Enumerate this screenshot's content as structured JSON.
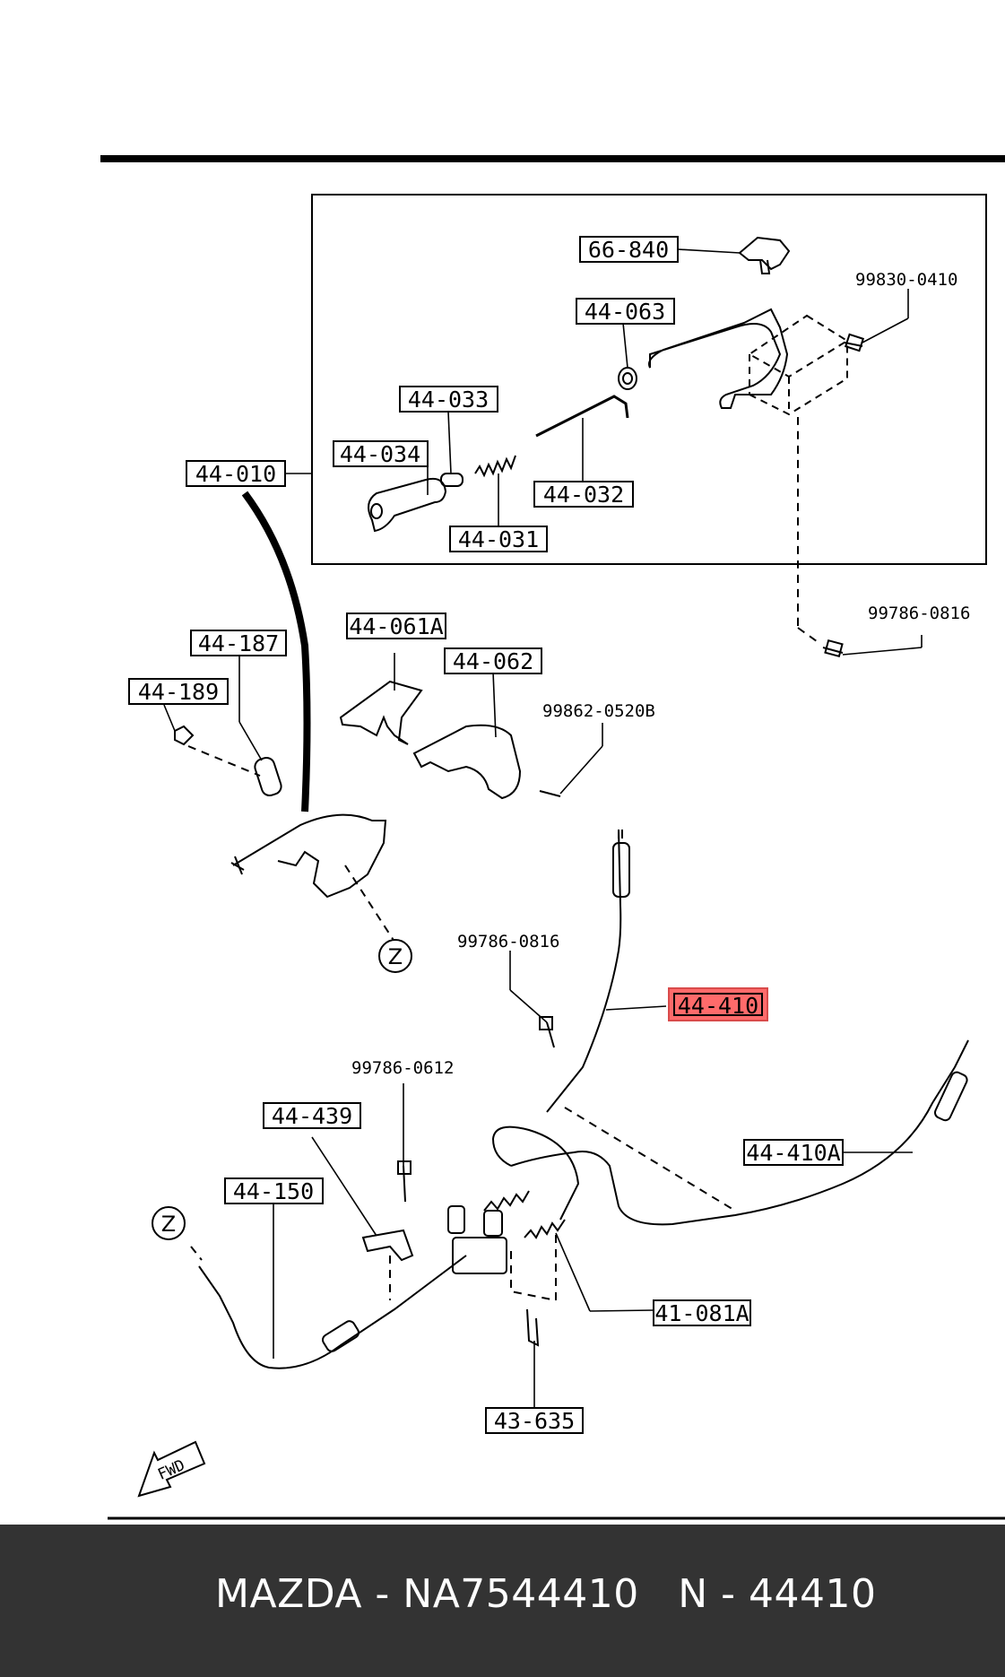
{
  "footer": {
    "brand": "MAZDA",
    "sep1": " - ",
    "part_number": "NA7544410",
    "gap": "   ",
    "prefix": "N",
    "sep2": " - ",
    "code": "44410"
  },
  "labels": {
    "l_66_840": "66-840",
    "l_44_063": "44-063",
    "l_44_033": "44-033",
    "l_44_034": "44-034",
    "l_44_010": "44-010",
    "l_44_032": "44-032",
    "l_44_031": "44-031",
    "l_44_061a": "44-061A",
    "l_44_062": "44-062",
    "l_44_187": "44-187",
    "l_44_189": "44-189",
    "l_44_410": "44-410",
    "l_44_439": "44-439",
    "l_44_410a": "44-410A",
    "l_44_150": "44-150",
    "l_41_081a": "41-081A",
    "l_43_635": "43-635"
  },
  "plain_labels": {
    "p_99830_0410": "99830-0410",
    "p_99786_0816_top": "99786-0816",
    "p_99862_0520b": "99862-0520B",
    "p_99786_0816_mid": "99786-0816",
    "p_99786_0612": "99786-0612"
  },
  "markers": {
    "z_top": "Z",
    "z_bottom": "Z"
  },
  "fwd": "FWD",
  "highlight_color": "#ff6b6b"
}
